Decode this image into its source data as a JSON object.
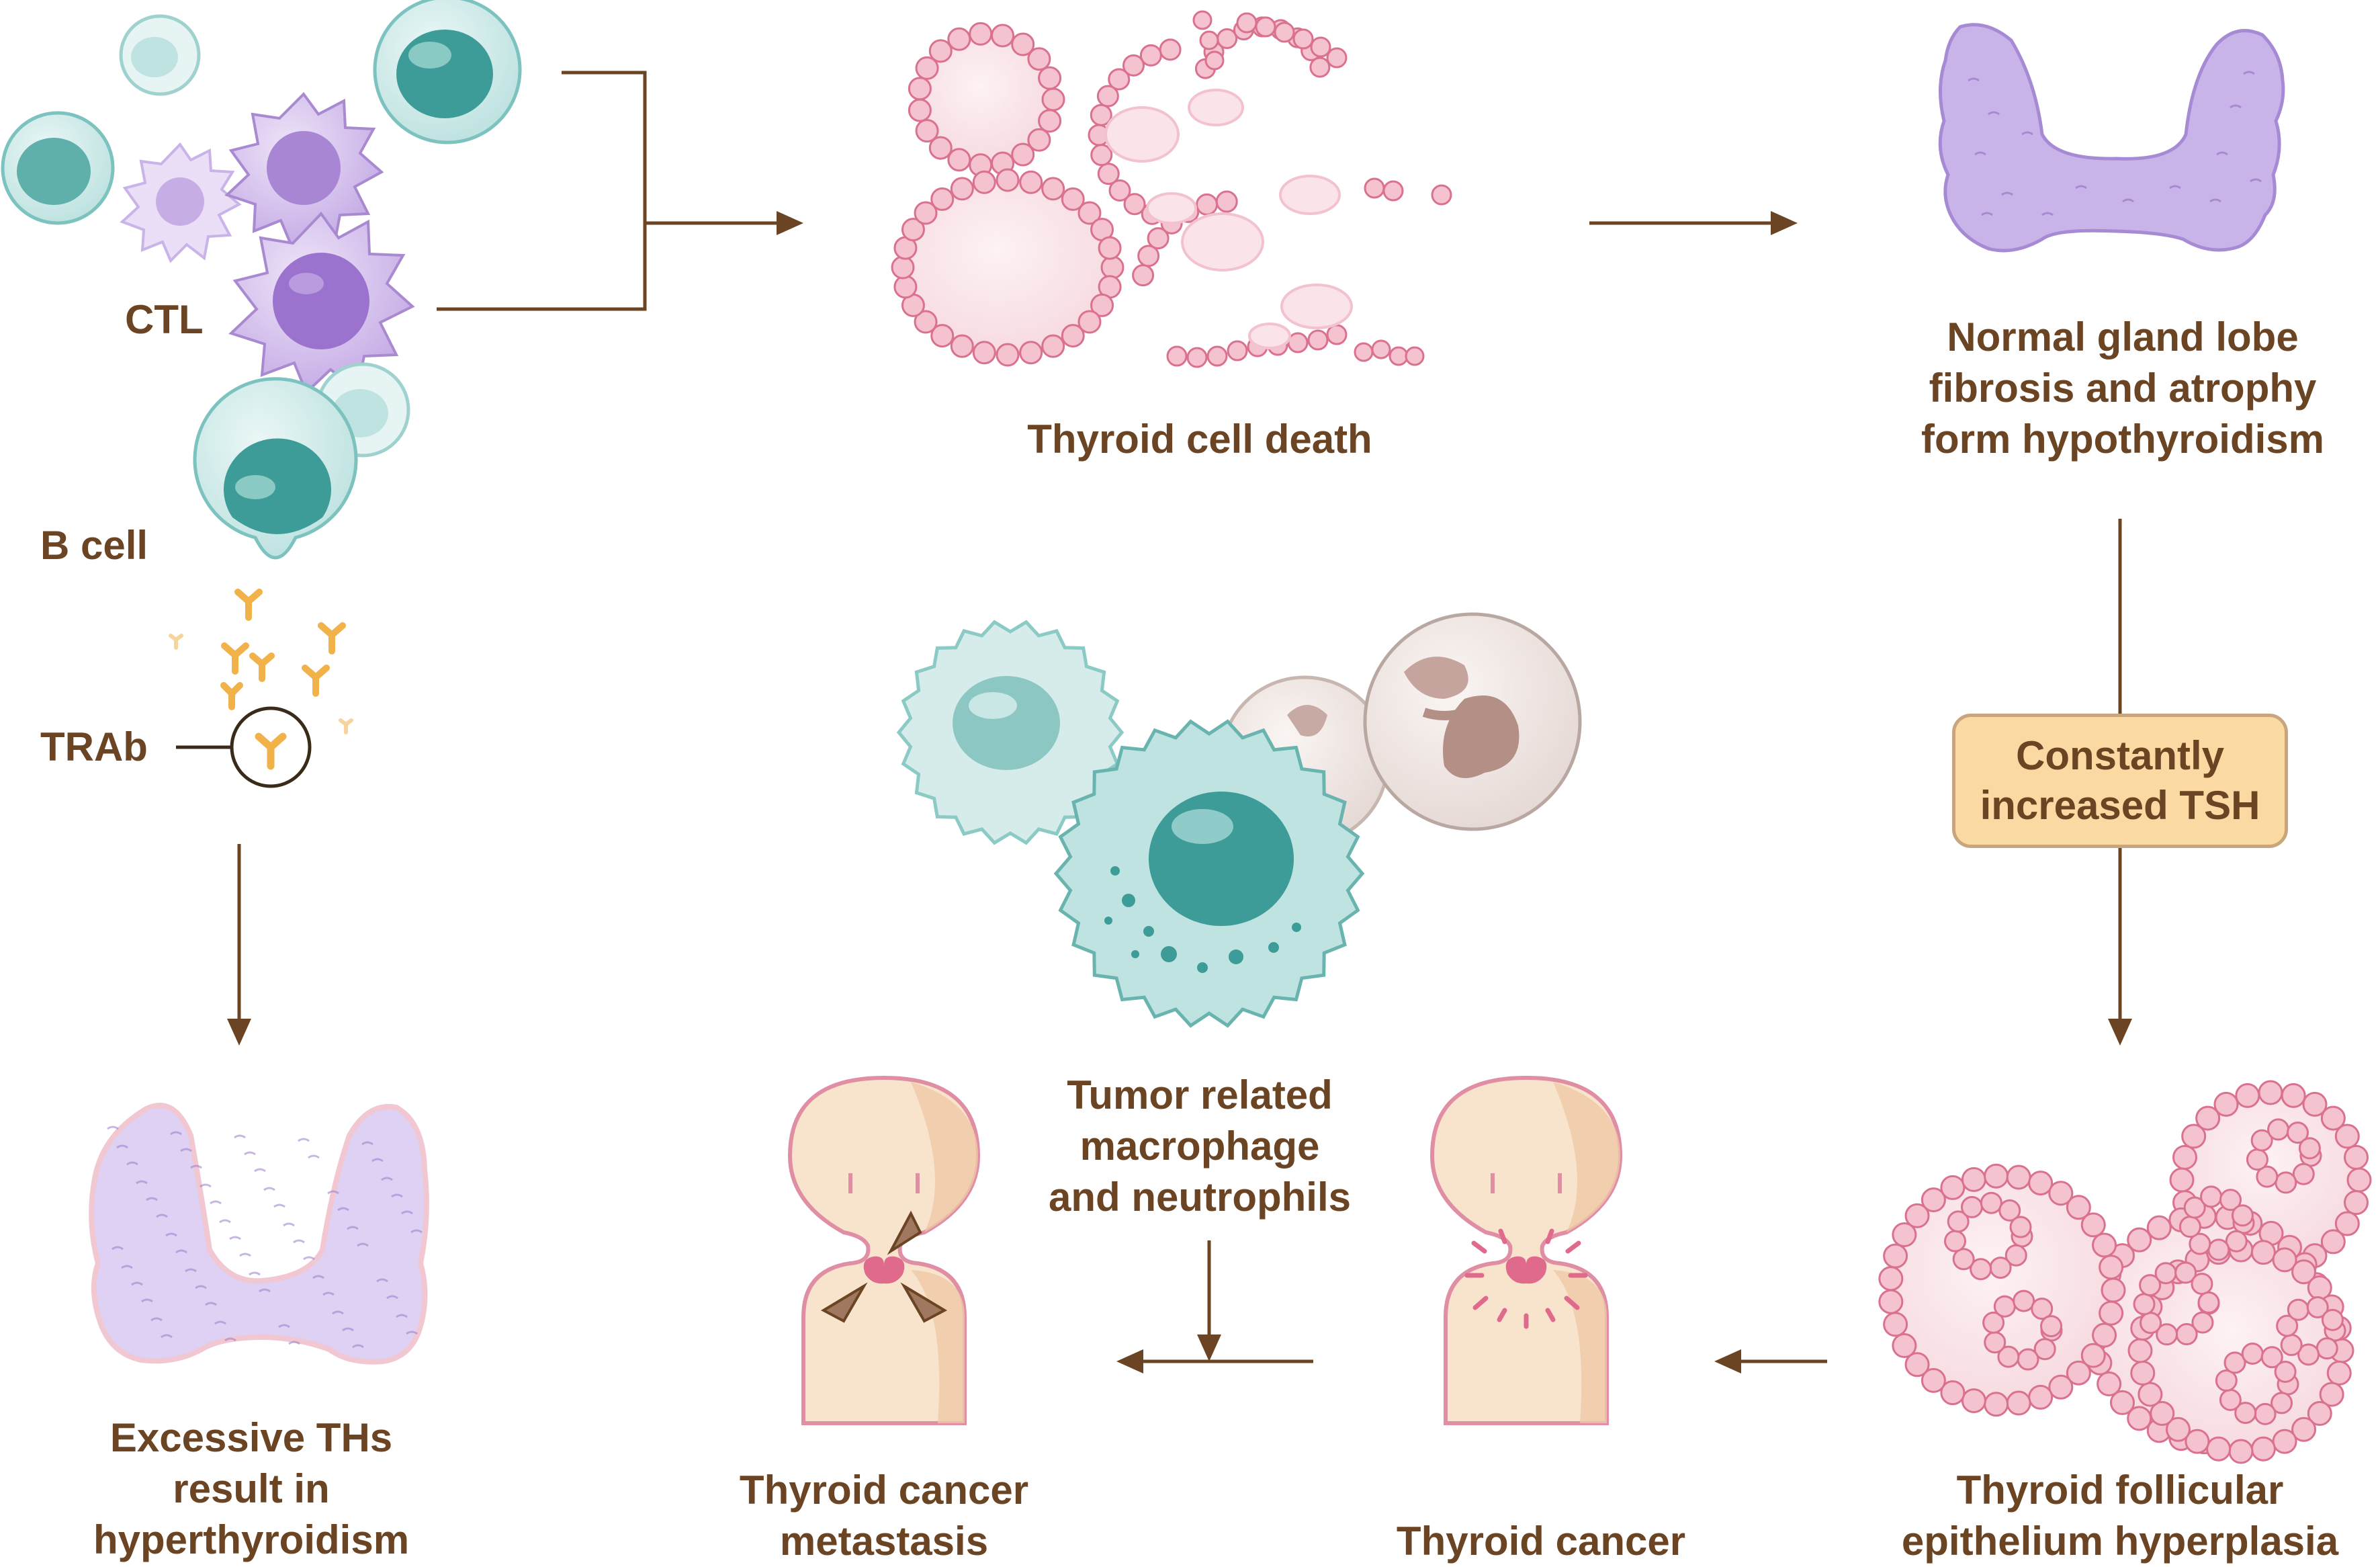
{
  "labels": {
    "ctl": "CTL",
    "b_cell": "B cell",
    "trab": "TRAb",
    "thyroid_cell_death": "Thyroid cell death",
    "normal_gland": [
      "Normal gland lobe",
      "fibrosis and atrophy",
      "form hypothyroidism"
    ],
    "tsh": [
      "Constantly",
      "increased TSH"
    ],
    "hyperplasia": [
      "Thyroid follicular",
      "epithelium hyperplasia"
    ],
    "thyroid_cancer": "Thyroid cancer",
    "metastasis": [
      "Thyroid cancer",
      "metastasis"
    ],
    "tumor_cells": [
      "Tumor related",
      "macrophage",
      "and neutrophils"
    ],
    "hyperthyroidism": [
      "Excessive THs",
      "result in",
      "hyperthyroidism"
    ]
  },
  "colors": {
    "text": "#6b4423",
    "arrow": "#6b4423",
    "tsh_fill": "#fbd9a2",
    "tsh_border": "#c9a57d",
    "teal_cell": "#6ab4b0",
    "purple_cell": "#b89ad8",
    "thyroid_gland": "#c9b4ea",
    "follicle_pink": "#e994aa",
    "head_skin": "#f8e3cd"
  }
}
